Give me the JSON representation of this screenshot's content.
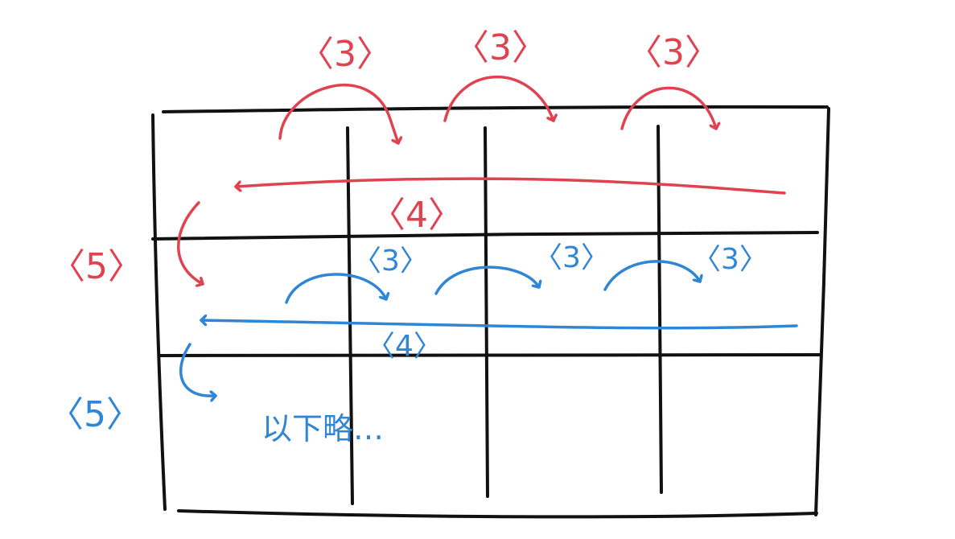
{
  "colors": {
    "grid": "#111111",
    "red": "#e0434f",
    "blue": "#2f86d6"
  },
  "red_row": {
    "step_right_labels": [
      "〈3〉",
      "〈3〉",
      "〈3〉"
    ],
    "return_label": "〈4〉",
    "next_row_label": "〈5〉"
  },
  "blue_row": {
    "step_right_labels": [
      "〈3〉",
      "〈3〉",
      "〈3〉"
    ],
    "return_label": "〈4〉",
    "next_row_label": "〈5〉"
  },
  "note": "以下略…"
}
